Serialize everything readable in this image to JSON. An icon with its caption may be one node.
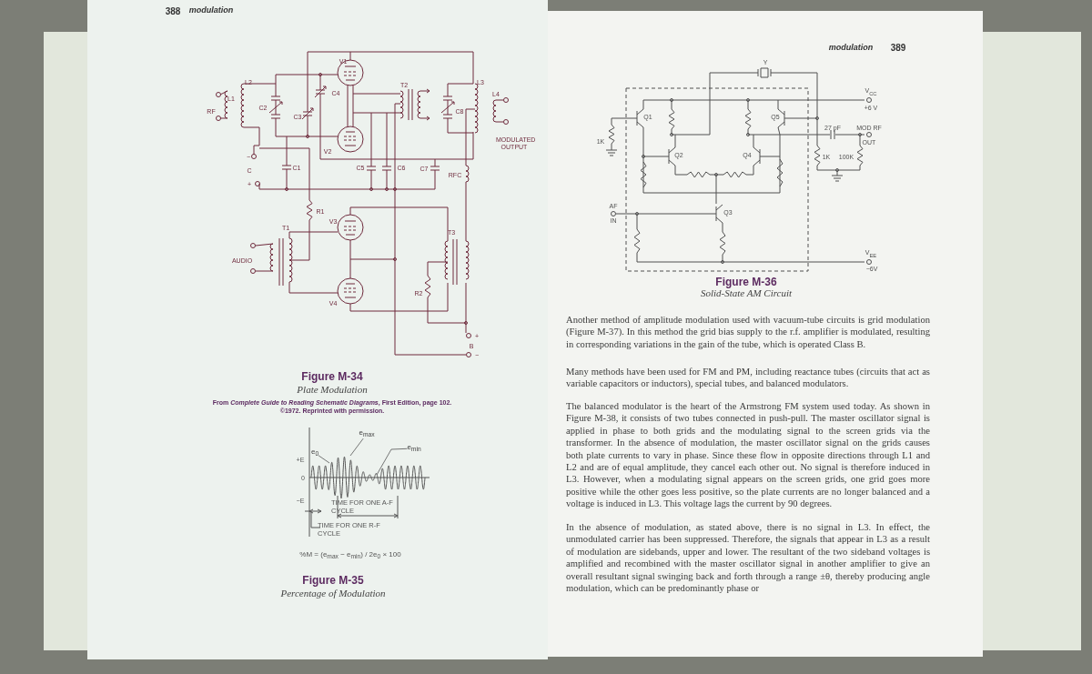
{
  "diagram": {
    "nodes": [
      {
        "text": [
          "e$_{max}$"
        ]
      },
      {
        "text": [
          "e$_{0}$"
        ]
      },
      {
        "text": [
          "e$_{min}$"
        ]
      }
    ],
    "edges": [
      {
        "from": 0,
        "to": null,
        "arrow": "none"
      },
      {
        "from": 1,
        "to": null,
        "arrow": "none"
      },
      {
        "from": 2,
        "to": null,
        "arrow": "none"
      }
    ],
    "labels": [
      "388",
      "modulation",
      "V1",
      "L1",
      "L2",
      "RF",
      "C4",
      "T2",
      "L3",
      "C2",
      "C3",
      "C8",
      "L4",
      "MODULATED OUTPUT",
      "V2",
      "−",
      "C",
      "+",
      "C1",
      "C5",
      "C6",
      "C7",
      "RFC",
      "R1",
      "V3",
      "T1",
      "T3",
      "AUDIO",
      "R2",
      "V4",
      "+",
      "B",
      "−",
      "Figure M-34",
      "Plate Modulation",
      "From *Complete Guide to Reading Schematic Diagrams*, First Edition, page 102. ©1972. Reprinted with permission.",
      "+E",
      "0",
      "−E",
      "TIME FOR ONE A-F CYCLE",
      "TIME FOR ONE R-F CYCLE",
      "%M = (e$_{max}$ − e$_{min}$) / 2e$_{0}$ × 100",
      "Figure M-35",
      "Percentage of Modulation",
      "modulation",
      "389",
      "Y",
      "V$_{CC}$",
      "+6 V",
      "Q1",
      "Q5",
      "1K",
      "27 pF",
      "MOD RF OUT",
      "Q2",
      "Q4",
      "1K",
      "100K",
      "AF IN",
      "Q3",
      "V$_{EE}$",
      "−6V",
      "Figure M-36",
      "Solid-State AM Circuit",
      "Another method of amplitude modulation used with vacuum-tube circuits is grid modulation (Figure M-37). In this method the grid bias supply to the r.f. amplifier is modulated, resulting in corresponding variations in the gain of the tube, which is operated Class B.",
      "Many methods have been used for FM and PM, including reactance tubes (circuits that act as variable capacitors or inductors), special tubes, and balanced modulators.",
      "The balanced modulator is the heart of the Armstrong FM system used today. As shown in Figure M-38, it consists of two tubes connected in push-pull. The master oscillator signal is applied in phase to both grids and the modulating signal to the screen grids via the transformer. In the absence of modulation, the master oscillator signal on the grids causes both plate currents to vary in phase. Since these flow in opposite directions through L1 and L2 and are of equal amplitude, they cancel each other out. No signal is therefore induced in L3. However, when a modulating signal appears on the screen grids, one grid goes more positive while the other goes less positive, so the plate currents are no longer balanced and a voltage is induced in L3. This voltage lags the current by 90 degrees.",
      "In the absence of modulation, as stated above, there is no signal in L3. In effect, the unmodulated carrier has been suppressed. Therefore, the signals that appear in L3 as a result of modulation are sidebands, upper and lower. The resultant of the two sideband voltages is amplified and recombined with the master oscillator signal in another amplifier to give an overall resultant signal swinging back and forth through a range ±θ, thereby producing angle modulation, which can be predominantly phase or"
    ]
  }
}
